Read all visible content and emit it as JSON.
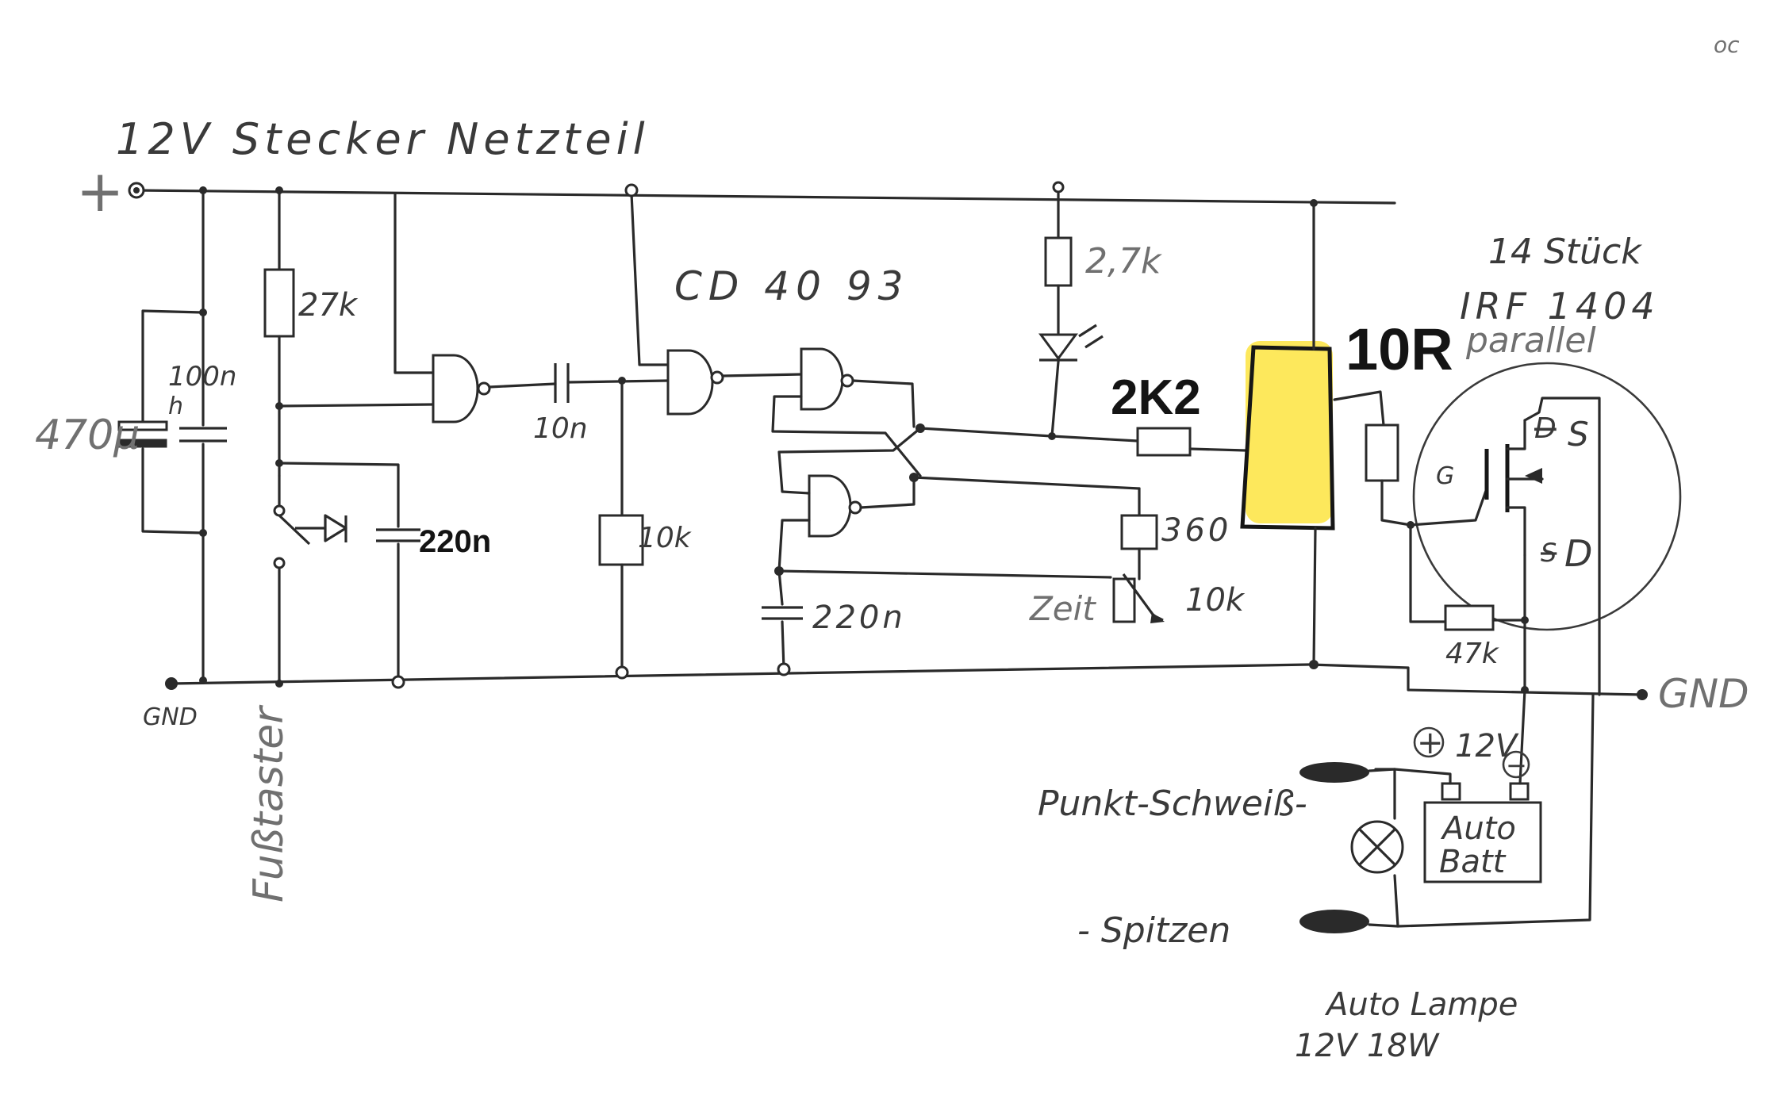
{
  "texts": {
    "supply_label": "12V Stecker Netzteil",
    "plus": "+",
    "gnd_left": "GND",
    "gnd_right": "GND",
    "ic_label": "CD 40 93",
    "r_27k": "27k",
    "c_100n": "100n",
    "c_100n_suffix": "h",
    "c_470u": "470µ",
    "c_10n": "10n",
    "r_10k": "10k",
    "c_220n_a": "220n",
    "c_220n_b": "220n",
    "r_2k7": "2,7k",
    "r_2k2": "2K2",
    "r_10r": "10R",
    "parallel": "parallel",
    "mosfet_count": "14 Stück",
    "mosfet_type": "IRF 1404",
    "r_360": "360",
    "zeit": "Zeit",
    "pot_10k": "10k",
    "r_47k": "47k",
    "pin_g": "G",
    "pin_s": "S",
    "pin_d": "D",
    "pin_d_struck": "D",
    "pin_s_struck": "S",
    "fusstaster": "Fußtaster",
    "batt_plus": "+",
    "batt_voltage": "12V",
    "batt_minus": "−",
    "batt_line1": "Auto",
    "batt_line2": "Batt",
    "weld_line1": "Punkt-Schweiß-",
    "weld_line2": "- Spitzen",
    "lamp_line1": "Auto Lampe",
    "lamp_line2": "12V 18W",
    "corner_mark": "oc"
  },
  "colors": {
    "ink": "#2a2a2a",
    "pencil": "#707070",
    "highlight": "#fde85c",
    "background": "#ffffff"
  }
}
